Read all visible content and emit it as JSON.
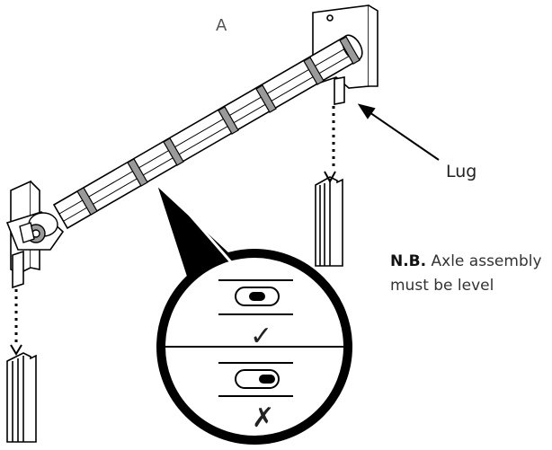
{
  "labels": {
    "view": "A",
    "lug": "Lug",
    "note_bold": "N.B.",
    "note_rest": "Axle assembly",
    "note_line2": "must be level"
  },
  "level_check": {
    "correct_symbol": "✓",
    "incorrect_symbol": "✗"
  },
  "colors": {
    "line": "#111111",
    "band": "#9a9a9a",
    "background": "#ffffff"
  }
}
